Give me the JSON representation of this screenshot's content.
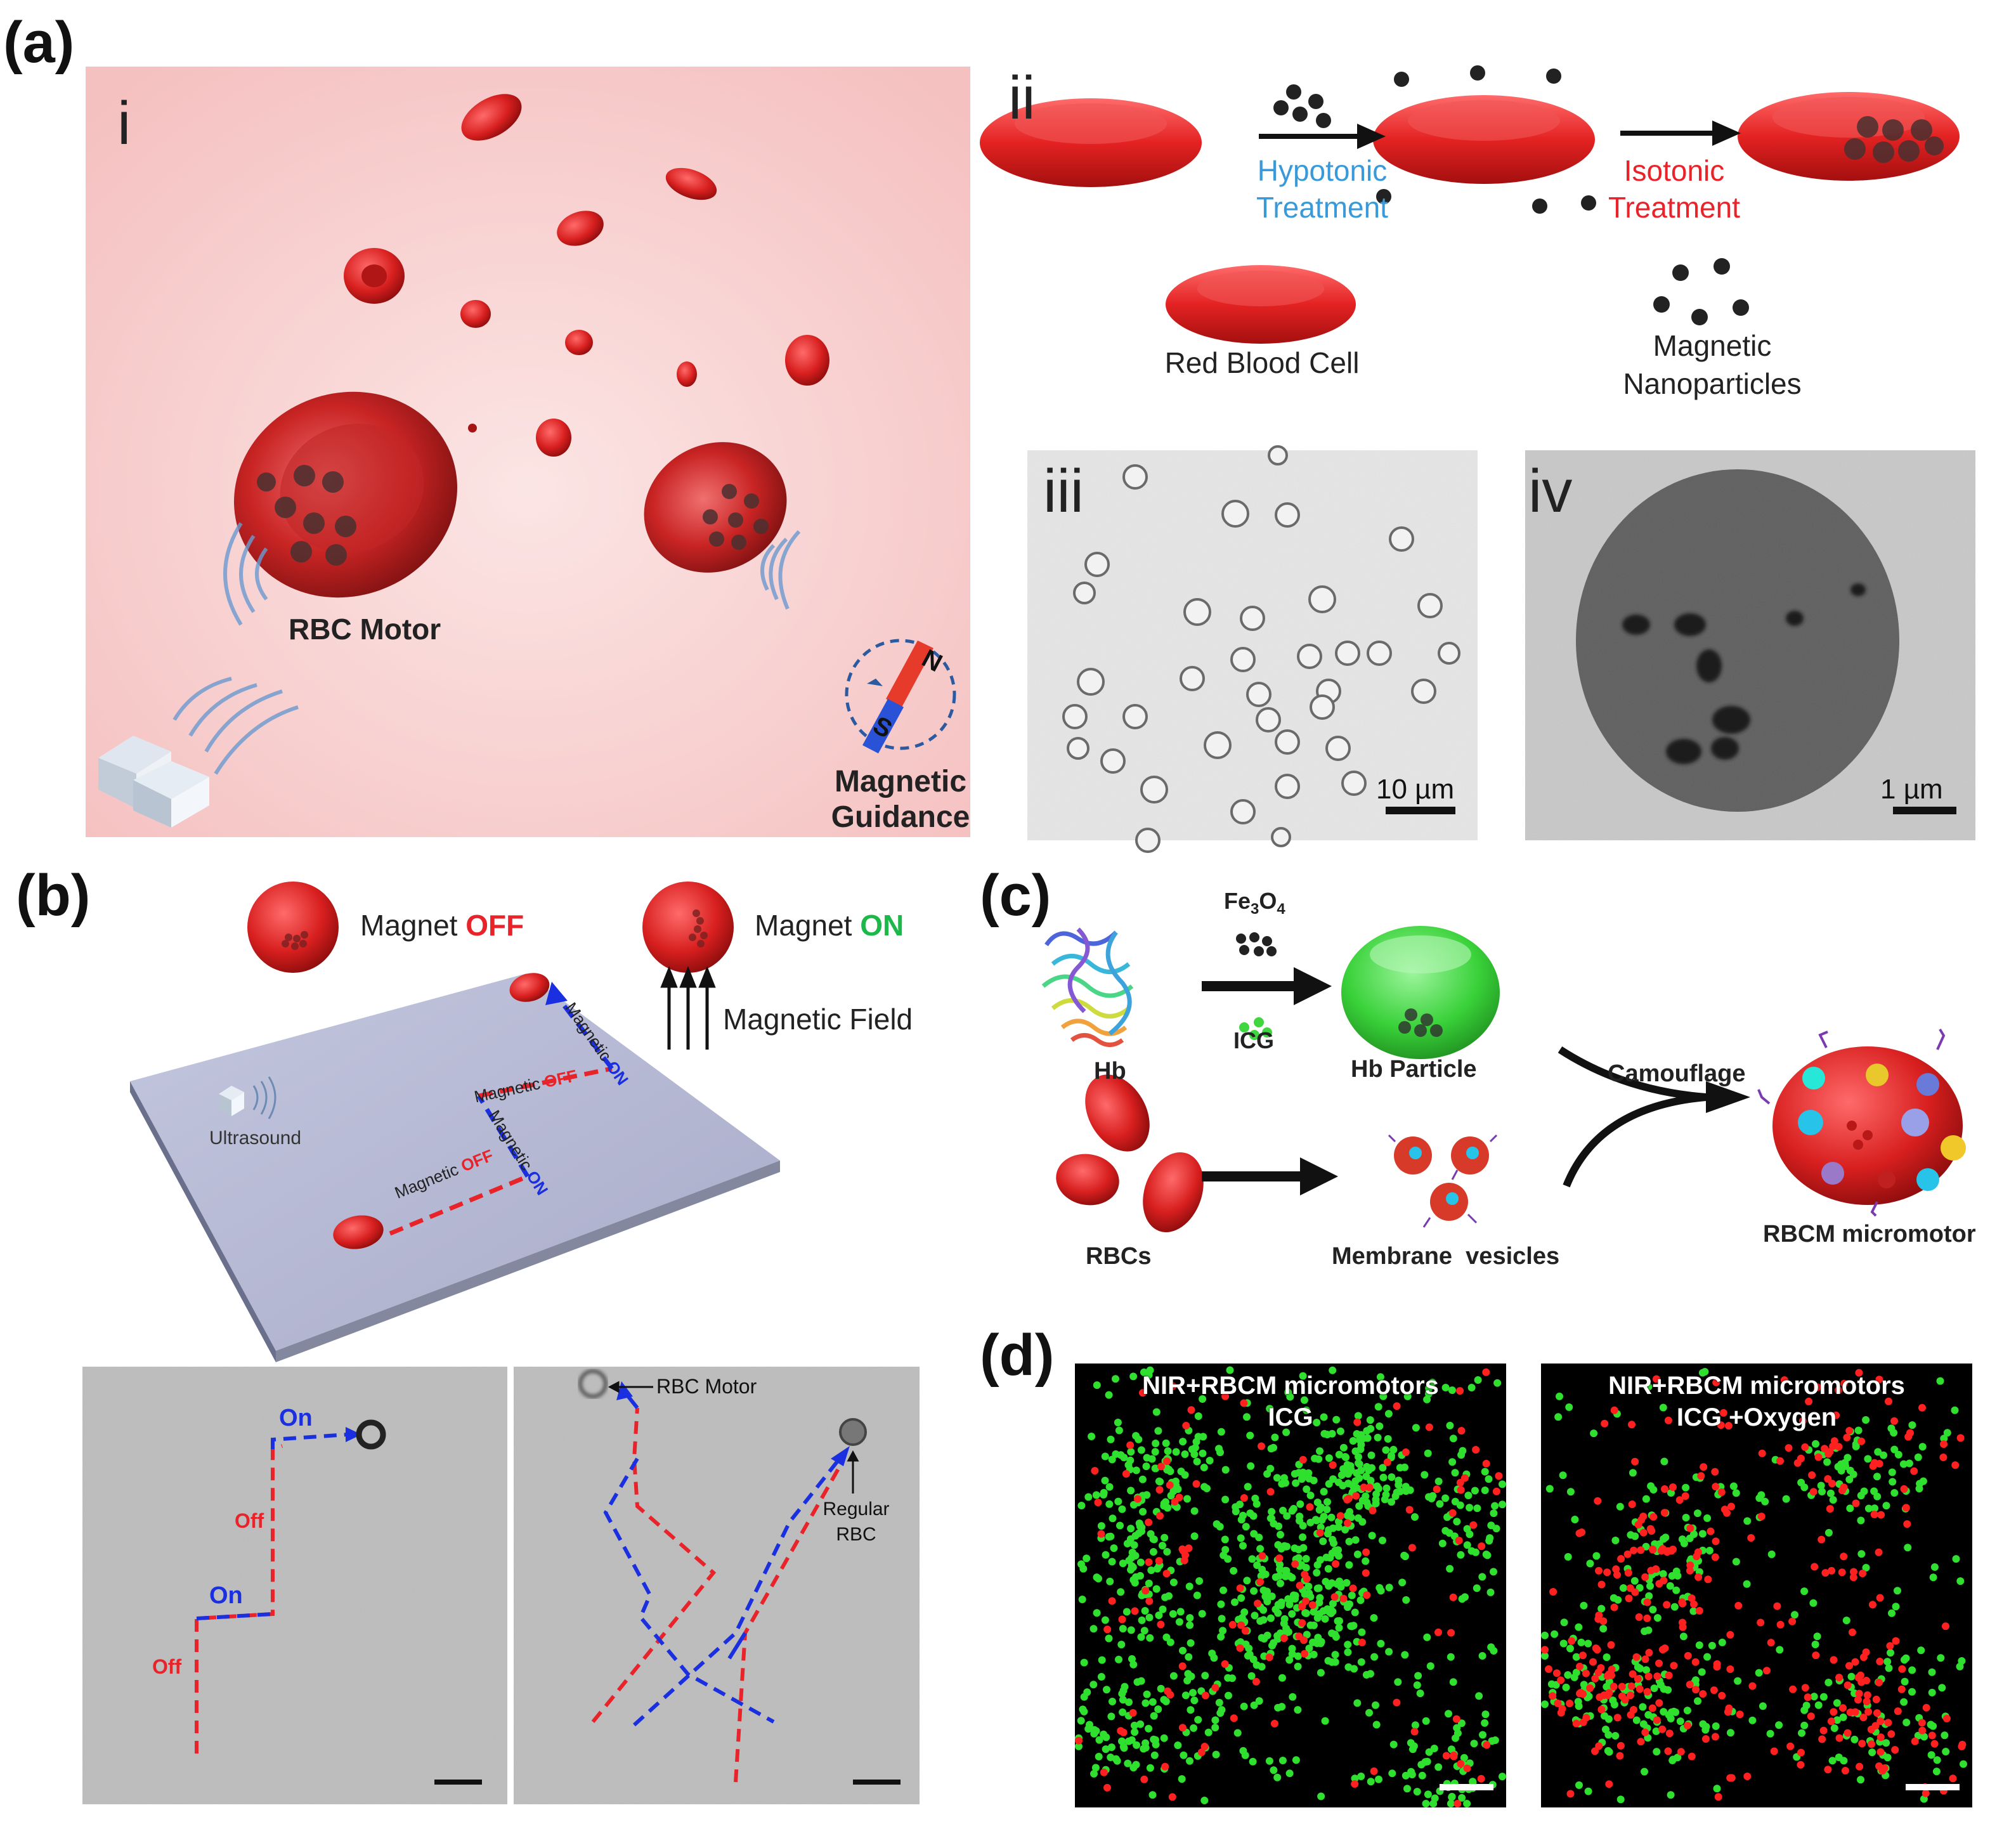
{
  "panel_labels": {
    "a": "(a)",
    "b": "(b)",
    "c": "(c)",
    "d": "(d)"
  },
  "a": {
    "sub_i": "i",
    "sub_ii": "ii",
    "sub_iii": "iii",
    "sub_iv": "iv",
    "rbc_motor": "RBC Motor",
    "magnetic_guidance_1": "Magnetic",
    "magnetic_guidance_2": "Guidance",
    "magnet_n": "N",
    "magnet_s": "S",
    "hypotonic_1": "Hypotonic",
    "hypotonic_2": "Treatment",
    "isotonic_1": "Isotonic",
    "isotonic_2": "Treatment",
    "red_blood_cell": "Red Blood Cell",
    "magnetic_np_1": "Magnetic",
    "magnetic_np_2": "Nanoparticles",
    "scale_iii": "10 µm",
    "scale_iv": "1 µm"
  },
  "b": {
    "magnet": "Magnet",
    "off": "OFF",
    "on": "ON",
    "magnetic_field": "Magnetic Field",
    "ultrasound": "Ultrasound",
    "path_magnetic": "Magnetic",
    "path_off": "OFF",
    "path_on": "ON",
    "photo_on": "On",
    "photo_off": "Off",
    "rbc_motor": "RBC Motor",
    "regular_rbc_1": "Regular",
    "regular_rbc_2": "RBC"
  },
  "c": {
    "fe3o4": "Fe",
    "fe3o4_sub": "3",
    "fe3o4_o": "O",
    "fe3o4_sub2": "4",
    "icg": "ICG",
    "hb": "Hb",
    "hb_particle": "Hb Particle",
    "camouflage": "Camouflage",
    "rbcs": "RBCs",
    "membrane_vesicles": "Membrane  vesicles",
    "rbcm_micromotor": "RBCM micromotor"
  },
  "d": {
    "left_1": "NIR+RBCM micromotors",
    "left_2": "ICG",
    "right_1": "NIR+RBCM micromotors",
    "right_2": "ICG +Oxygen"
  },
  "colors": {
    "rbc_red": "#e02020",
    "hypotonic_blue": "#3a9ad9",
    "isotonic_red": "#e8232a",
    "on_green": "#1db84a",
    "off_red": "#e8232a",
    "path_blue": "#1a2fe0",
    "hb_green": "#3fd63f"
  }
}
